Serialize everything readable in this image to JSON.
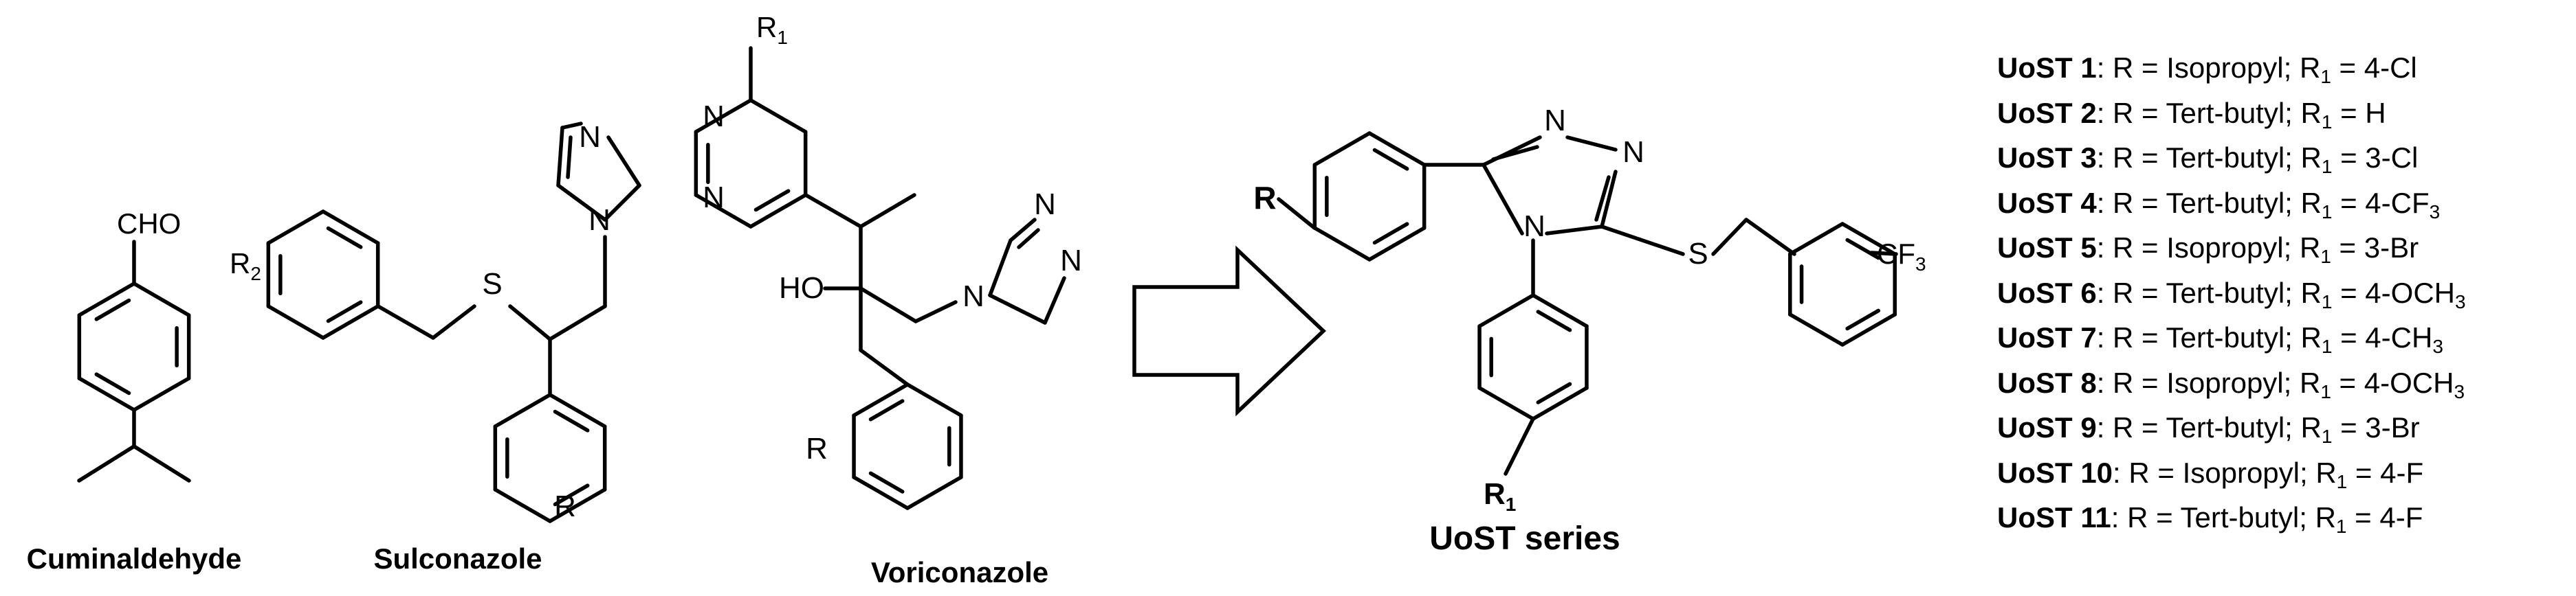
{
  "molecules": {
    "cuminaldehyde": {
      "name": "Cuminaldehyde",
      "substituent": "CHO"
    },
    "sulconazole": {
      "name": "Sulconazole",
      "r2_main": "R",
      "r2_sub": "2",
      "n1": "N",
      "n2": "N",
      "s": "S",
      "r": "R"
    },
    "voriconazole": {
      "name": "Voriconazole",
      "r1_main": "R",
      "r1_sub": "1",
      "n_pyr1": "N",
      "n_pyr2": "N",
      "ho": "HO",
      "n_tri1": "N",
      "n_tri2": "N",
      "n_tri3": "N",
      "r": "R"
    },
    "uost": {
      "name": "UoST series",
      "r": "R",
      "r1_main": "R",
      "r1_sub": "1",
      "n_a": "N",
      "n_b": "N",
      "n_c": "N",
      "s": "S",
      "cf3_main": "CF",
      "cf3_sub": "3"
    }
  },
  "colors": {
    "r_red": "#e8221b",
    "r1_blue": "#1a1ad6",
    "ink": "#000000"
  },
  "icons": {
    "arrow": "right-arrow-icon"
  },
  "legend": [
    {
      "code": "UoST 1",
      "r_text": ": R = Isopropyl; R",
      "r1_sub": "1",
      "r1_value": " = 4-Cl",
      "r1_value_sub": ""
    },
    {
      "code": "UoST 2",
      "r_text": ": R = Tert-butyl; R",
      "r1_sub": "1",
      "r1_value": " = H",
      "r1_value_sub": ""
    },
    {
      "code": "UoST 3",
      "r_text": ": R = Tert-butyl; R",
      "r1_sub": "1",
      "r1_value": " = 3-Cl",
      "r1_value_sub": ""
    },
    {
      "code": "UoST 4",
      "r_text": ": R = Tert-butyl; R",
      "r1_sub": "1",
      "r1_value": " = 4-CF",
      "r1_value_sub": "3"
    },
    {
      "code": "UoST 5",
      "r_text": ": R = Isopropyl; R",
      "r1_sub": "1",
      "r1_value": " = 3-Br",
      "r1_value_sub": ""
    },
    {
      "code": "UoST 6",
      "r_text": ": R = Tert-butyl; R",
      "r1_sub": "1",
      "r1_value": " = 4-OCH",
      "r1_value_sub": "3"
    },
    {
      "code": "UoST 7",
      "r_text": ": R = Tert-butyl; R",
      "r1_sub": "1",
      "r1_value": " = 4-CH",
      "r1_value_sub": "3"
    },
    {
      "code": "UoST 8",
      "r_text": ": R = Isopropyl; R",
      "r1_sub": "1",
      "r1_value": " = 4-OCH",
      "r1_value_sub": "3"
    },
    {
      "code": "UoST 9",
      "r_text": ": R = Tert-butyl; R",
      "r1_sub": "1",
      "r1_value": " = 3-Br",
      "r1_value_sub": ""
    },
    {
      "code": "UoST 10",
      "r_text": ": R = Isopropyl; R",
      "r1_sub": "1",
      "r1_value": " = 4-F",
      "r1_value_sub": ""
    },
    {
      "code": "UoST 11",
      "r_text": ": R = Tert-butyl; R",
      "r1_sub": "1",
      "r1_value": " = 4-F",
      "r1_value_sub": ""
    }
  ]
}
